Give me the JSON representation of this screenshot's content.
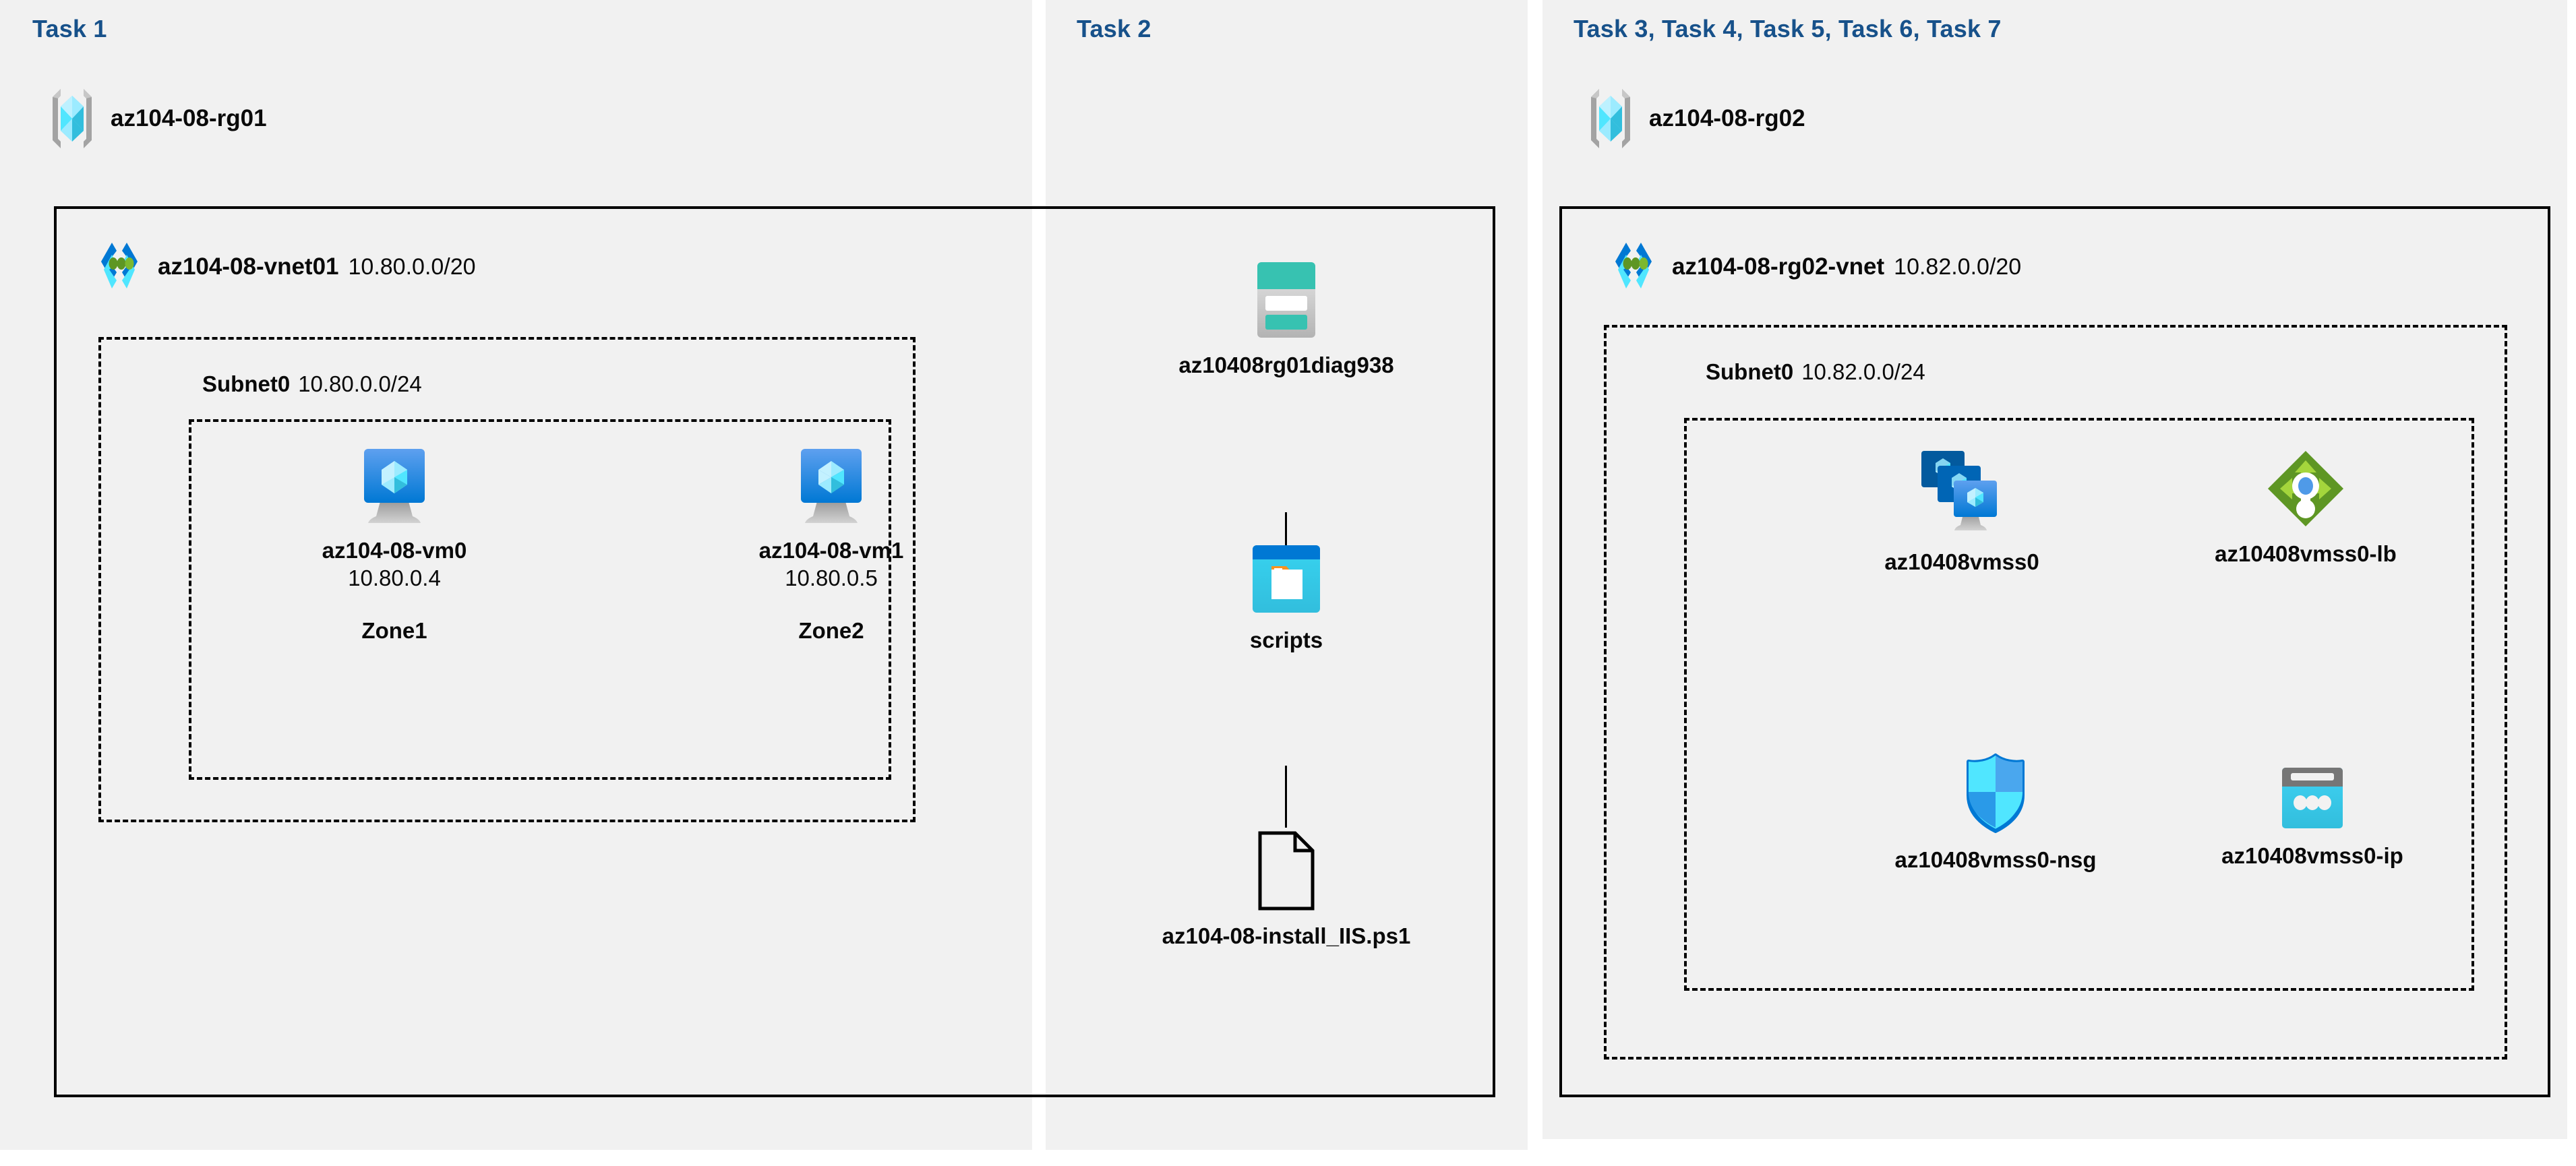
{
  "panels": [
    {
      "id": "task1",
      "header": "Task 1"
    },
    {
      "id": "task2",
      "header": "Task 2"
    },
    {
      "id": "task3",
      "header": "Task 3, Task 4, Task 5, Task 6, Task 7"
    }
  ],
  "colors": {
    "task_header": "#17518a",
    "panel_bg": "#f1f1f1",
    "page_bg": "#ffffff",
    "border": "#000000",
    "azure_blue": "#0078d4",
    "azure_cyan": "#50e6ff",
    "storage_teal": "#37c2b1",
    "storage_teal_dark": "#1f7f72",
    "lb_green": "#5e9624",
    "lb_green_light": "#a4d63c",
    "lb_dot_blue": "#4f9ae8",
    "folder_orange": "#f7921e"
  },
  "task1": {
    "resource_group": {
      "name": "az104-08-rg01",
      "icon": "resource-group-icon"
    },
    "vnet": {
      "name": "az104-08-vnet01",
      "cidr": "10.80.0.0/20",
      "icon": "virtual-network-icon"
    },
    "subnet": {
      "name": "Subnet0",
      "cidr": "10.80.0.0/24"
    },
    "vms": [
      {
        "name": "az104-08-vm0",
        "ip": "10.80.0.4",
        "zone": "Zone1",
        "icon": "virtual-machine-icon"
      },
      {
        "name": "az104-08-vm1",
        "ip": "10.80.0.5",
        "zone": "Zone2",
        "icon": "virtual-machine-icon"
      }
    ]
  },
  "task2": {
    "storage_account": {
      "name": "az10408rg01diag938",
      "icon": "storage-account-icon"
    },
    "container": {
      "name": "scripts",
      "icon": "blob-container-icon"
    },
    "file": {
      "name": "az104-08-install_IIS.ps1",
      "icon": "script-file-icon"
    }
  },
  "task3": {
    "resource_group": {
      "name": "az104-08-rg02",
      "icon": "resource-group-icon"
    },
    "vnet": {
      "name": "az104-08-rg02-vnet",
      "cidr": "10.82.0.0/20",
      "icon": "virtual-network-icon"
    },
    "subnet": {
      "name": "Subnet0",
      "cidr": "10.82.0.0/24"
    },
    "resources": [
      {
        "name": "az10408vmss0",
        "icon": "vm-scale-set-icon"
      },
      {
        "name": "az10408vmss0-lb",
        "icon": "load-balancer-icon"
      },
      {
        "name": "az10408vmss0-nsg",
        "icon": "network-security-group-icon"
      },
      {
        "name": "az10408vmss0-ip",
        "icon": "public-ip-address-icon"
      }
    ]
  }
}
